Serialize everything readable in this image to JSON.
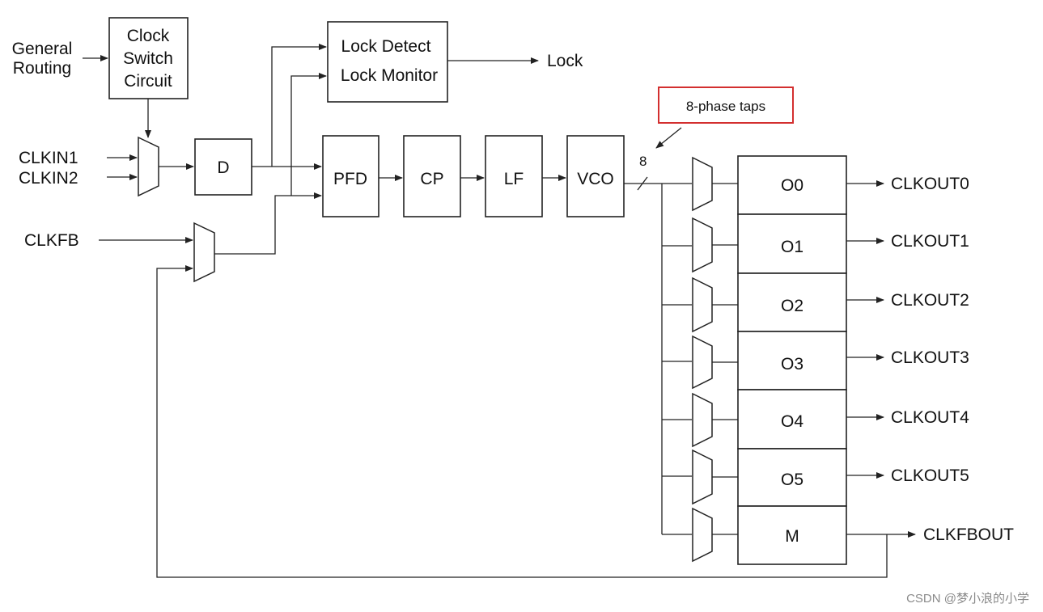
{
  "inputs": {
    "general_routing": [
      "General",
      "Routing"
    ],
    "clkin1": "CLKIN1",
    "clkin2": "CLKIN2",
    "clkfb": "CLKFB"
  },
  "blocks": {
    "clock_switch": [
      "Clock",
      "Switch",
      "Circuit"
    ],
    "divider": "D",
    "lock_detect": "Lock Detect",
    "lock_monitor": "Lock Monitor",
    "pfd": "PFD",
    "cp": "CP",
    "lf": "LF",
    "vco": "VCO",
    "counters": [
      "O0",
      "O1",
      "O2",
      "O3",
      "O4",
      "O5",
      "M"
    ]
  },
  "outputs": {
    "lock": "Lock",
    "clkouts": [
      "CLKOUT0",
      "CLKOUT1",
      "CLKOUT2",
      "CLKOUT3",
      "CLKOUT4",
      "CLKOUT5",
      "CLKFBOUT"
    ]
  },
  "annotations": {
    "phase_taps": "8-phase taps",
    "bus_width": "8",
    "watermark": "CSDN @梦小浪的小学"
  },
  "colors": {
    "callout_border": "#d32f2f",
    "line": "#222222"
  }
}
